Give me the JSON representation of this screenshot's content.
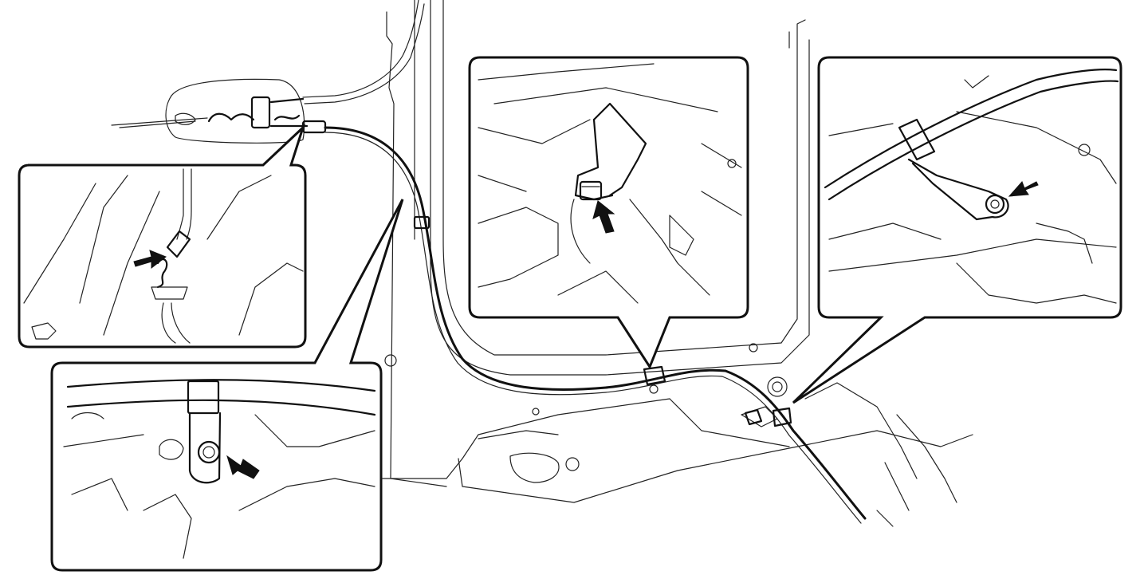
{
  "figure": {
    "colors": {
      "line": "#111111",
      "background": "#ffffff"
    },
    "callouts": [
      {
        "id": "front-cable-end",
        "icon": "arrow-icon"
      },
      {
        "id": "cable-clamp-left",
        "icon": "arrow-icon"
      },
      {
        "id": "cable-bracket-center",
        "icon": "arrow-icon"
      },
      {
        "id": "cable-bracket-right",
        "icon": "arrow-icon"
      }
    ]
  }
}
